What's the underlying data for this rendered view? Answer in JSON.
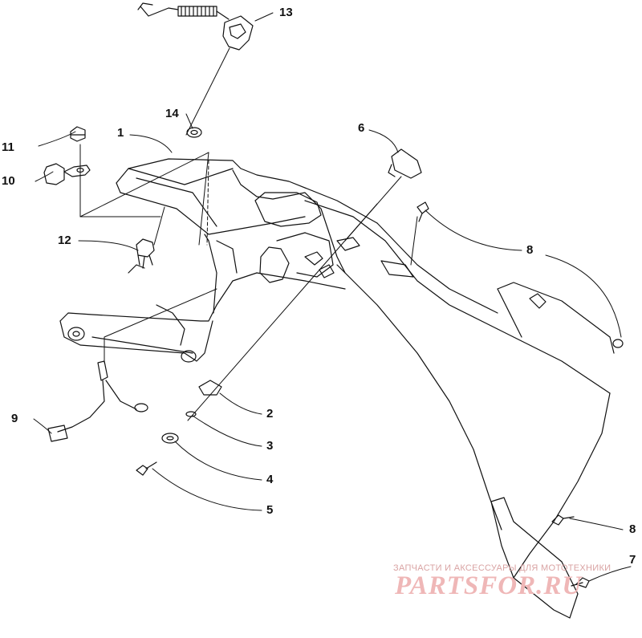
{
  "diagram": {
    "callouts": [
      {
        "id": "c13",
        "label": "13"
      },
      {
        "id": "c14",
        "label": "14"
      },
      {
        "id": "c1",
        "label": "1"
      },
      {
        "id": "c11",
        "label": "11"
      },
      {
        "id": "c10",
        "label": "10"
      },
      {
        "id": "c6",
        "label": "6"
      },
      {
        "id": "c8a",
        "label": "8"
      },
      {
        "id": "c12",
        "label": "12"
      },
      {
        "id": "c9",
        "label": "9"
      },
      {
        "id": "c2",
        "label": "2"
      },
      {
        "id": "c3",
        "label": "3"
      },
      {
        "id": "c4",
        "label": "4"
      },
      {
        "id": "c5",
        "label": "5"
      },
      {
        "id": "c8b",
        "label": "8"
      },
      {
        "id": "c7",
        "label": "7"
      }
    ]
  },
  "watermark": {
    "tagline": "ЗАПЧАСТИ И АКСЕССУАРЫ ДЛЯ МОТОТЕХНИКИ",
    "brand": "PARTSFOR.RU",
    "color": "#e8a0a0"
  }
}
